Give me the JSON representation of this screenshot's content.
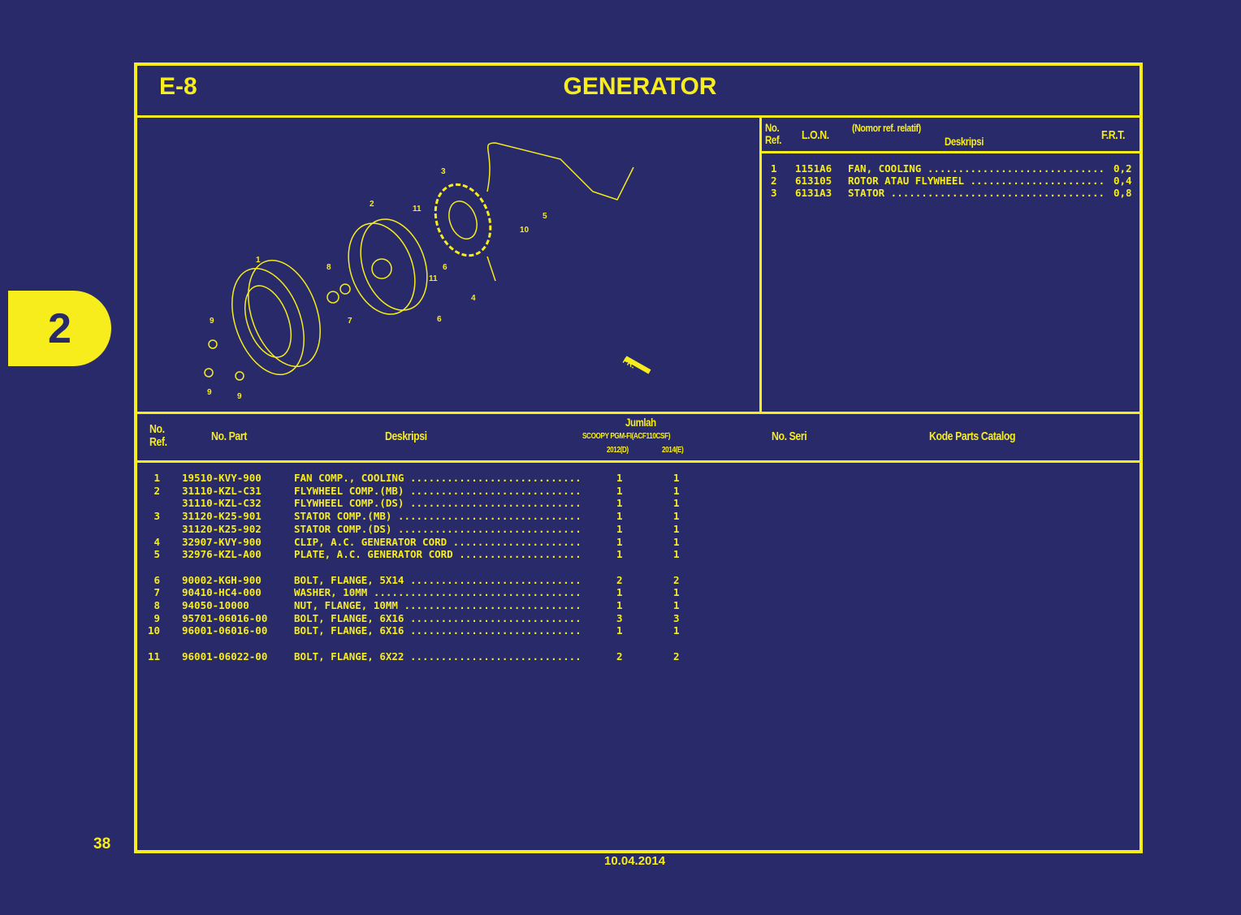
{
  "section_tab": "2",
  "header": {
    "code": "E-8",
    "title": "GENERATOR"
  },
  "lon_table": {
    "headers": {
      "no_ref": "No.\nRef.",
      "lon": "L.O.N.",
      "relative": "(Nomor ref. relatif)",
      "desc": "Deskripsi",
      "frt": "F.R.T."
    },
    "rows": [
      {
        "ref": "1",
        "lon": "1151A6",
        "desc": "FAN, COOLING",
        "frt": "0,2"
      },
      {
        "ref": "2",
        "lon": "613105",
        "desc": "ROTOR ATAU FLYWHEEL",
        "frt": "0,4"
      },
      {
        "ref": "3",
        "lon": "6131A3",
        "desc": "STATOR",
        "frt": "0,8"
      }
    ]
  },
  "diagram": {
    "callouts": [
      "1",
      "2",
      "3",
      "4",
      "5",
      "6",
      "6",
      "7",
      "8",
      "9",
      "9",
      "9",
      "10",
      "11",
      "11"
    ],
    "front_label": "FR."
  },
  "parts_table": {
    "headers": {
      "no_ref": "No.\nRef.",
      "part": "No. Part",
      "desc": "Deskripsi",
      "jumlah": "Jumlah",
      "model": "SCOOPY PGM-FI(ACF110CSF)",
      "y1": "2012(D)",
      "y2": "2014(E)",
      "seri": "No. Seri",
      "catalog": "Kode Parts Catalog"
    },
    "rows": [
      {
        "ref": "1",
        "part": "19510-KVY-900",
        "desc": "FAN COMP., COOLING",
        "q1": "1",
        "q2": "1"
      },
      {
        "ref": "2",
        "part": "31110-KZL-C31",
        "desc": "FLYWHEEL COMP.(MB)",
        "q1": "1",
        "q2": "1"
      },
      {
        "ref": "",
        "part": "31110-KZL-C32",
        "desc": "FLYWHEEL COMP.(DS)",
        "q1": "1",
        "q2": "1"
      },
      {
        "ref": "3",
        "part": "31120-K25-901",
        "desc": "STATOR COMP.(MB)",
        "q1": "1",
        "q2": "1"
      },
      {
        "ref": "",
        "part": "31120-K25-902",
        "desc": "STATOR COMP.(DS)",
        "q1": "1",
        "q2": "1"
      },
      {
        "ref": "4",
        "part": "32907-KVY-900",
        "desc": "CLIP, A.C. GENERATOR CORD",
        "q1": "1",
        "q2": "1"
      },
      {
        "ref": "5",
        "part": "32976-KZL-A00",
        "desc": "PLATE, A.C. GENERATOR CORD",
        "q1": "1",
        "q2": "1"
      },
      {
        "ref": "6",
        "part": "90002-KGH-900",
        "desc": "BOLT, FLANGE, 5X14",
        "q1": "2",
        "q2": "2"
      },
      {
        "ref": "7",
        "part": "90410-HC4-000",
        "desc": "WASHER, 10MM",
        "q1": "1",
        "q2": "1"
      },
      {
        "ref": "8",
        "part": "94050-10000",
        "desc": "NUT, FLANGE, 10MM",
        "q1": "1",
        "q2": "1"
      },
      {
        "ref": "9",
        "part": "95701-06016-00",
        "desc": "BOLT, FLANGE, 6X16",
        "q1": "3",
        "q2": "3"
      },
      {
        "ref": "10",
        "part": "96001-06016-00",
        "desc": "BOLT, FLANGE, 6X16",
        "q1": "1",
        "q2": "1"
      },
      {
        "ref": "11",
        "part": "96001-06022-00",
        "desc": "BOLT, FLANGE, 6X22",
        "q1": "2",
        "q2": "2"
      }
    ]
  },
  "footer": {
    "page": "38",
    "date": "10.04.2014"
  },
  "colors": {
    "background": "#282a6a",
    "accent": "#f7ec1c"
  }
}
